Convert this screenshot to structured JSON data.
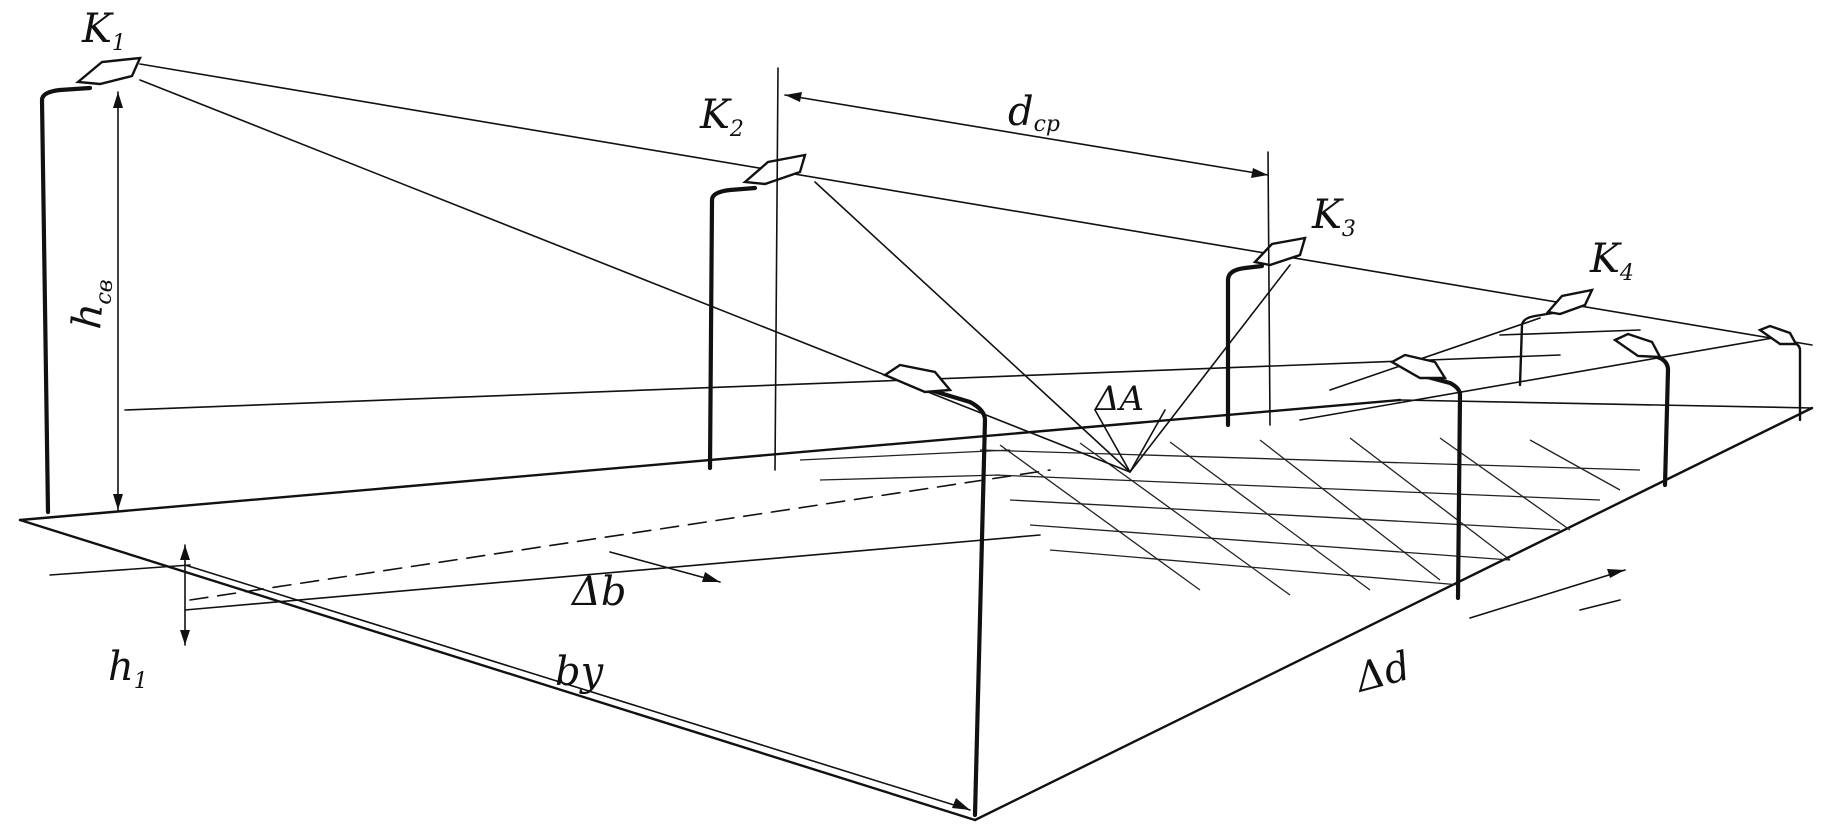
{
  "labels": {
    "k1": "K",
    "k1_sub": "1",
    "k2": "K",
    "k2_sub": "2",
    "k3": "K",
    "k3_sub": "3",
    "k4": "K",
    "k4_sub": "4",
    "h_sv": "h",
    "h_sv_sub": "св",
    "d_sr": "d",
    "d_sr_sub": "ср",
    "delta_a": "ΔA",
    "delta_b": "Δb",
    "b_y": "by",
    "h1": "h",
    "h1_sub": "1",
    "delta_d": "Δd"
  }
}
